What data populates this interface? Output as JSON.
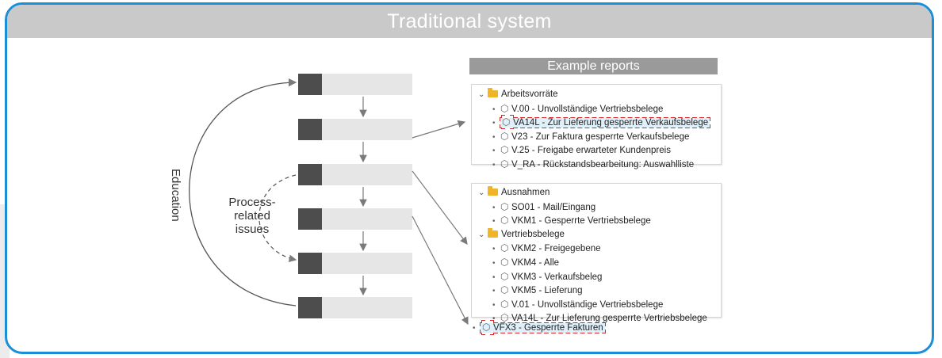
{
  "header": {
    "title": "Traditional system"
  },
  "diagram": {
    "education_label": "Education",
    "process_label_lines": [
      "Process-",
      "related",
      "issues"
    ],
    "process_box_count": 6
  },
  "reports": {
    "title": "Example reports",
    "panel1": [
      {
        "type": "folder",
        "label": "Arbeitsvorräte"
      },
      {
        "type": "item",
        "label": "V.00 - Unvollständige Vertriebsbelege"
      },
      {
        "type": "item",
        "label": "VA14L - Zur Lieferung gesperrte Verkaufsbelege",
        "highlight": true
      },
      {
        "type": "item",
        "label": "V23 - Zur Faktura gesperrte Verkaufsbelege"
      },
      {
        "type": "item",
        "label": "V.25 - Freigabe erwarteter Kundenpreis"
      },
      {
        "type": "item",
        "label": "V_RA - Rückstandsbearbeitung: Auswahlliste"
      }
    ],
    "panel2": [
      {
        "type": "folder",
        "label": "Ausnahmen"
      },
      {
        "type": "item",
        "label": "SO01 - Mail/Eingang"
      },
      {
        "type": "item",
        "label": "VKM1 - Gesperrte Vertriebsbelege"
      },
      {
        "type": "folder",
        "label": "Vertriebsbelege"
      },
      {
        "type": "item",
        "label": "VKM2 - Freigegebene"
      },
      {
        "type": "item",
        "label": "VKM4 - Alle"
      },
      {
        "type": "item",
        "label": "VKM3 - Verkaufsbeleg"
      },
      {
        "type": "item",
        "label": "VKM5 - Lieferung"
      },
      {
        "type": "item",
        "label": "V.01 - Unvollständige Vertriebsbelege"
      },
      {
        "type": "item",
        "label": "VA14L - Zur Lieferung gesperrte Vertriebsbelege"
      }
    ],
    "extra_item": {
      "label": "VFX3 - Gesperrte Fakturen",
      "highlight": true
    }
  },
  "colors": {
    "frame": "#1a8fd6",
    "header_bg": "#c9c9c9",
    "box_dark": "#4d4d4d",
    "box_light": "#e6e6e6",
    "highlight_bg": "#dff0fa",
    "highlight_border": "#d22a2a",
    "folder": "#f0b429"
  }
}
